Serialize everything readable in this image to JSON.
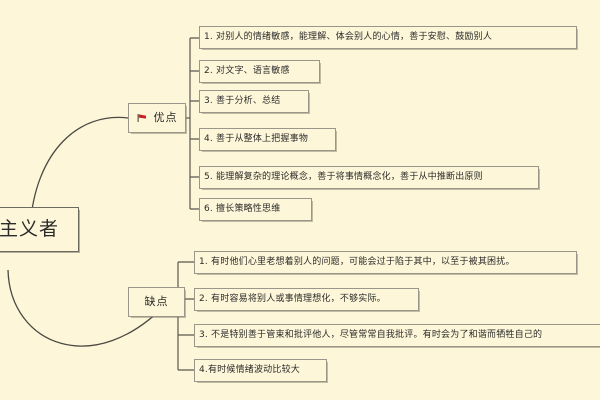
{
  "canvas": {
    "background_color": "#fdf6d8",
    "node_border_color": "#9a968a",
    "connector_color": "#4a4a44",
    "text_color": "#2b2b2b",
    "flag_color": "#cc2222"
  },
  "root": {
    "label": "主义者",
    "note": "text clipped at left edge of screenshot"
  },
  "branches": [
    {
      "id": "advantages",
      "label": "优点",
      "icon": "red-flag-icon",
      "icon_color": "#cc2222",
      "items": [
        {
          "n": "1",
          "text": "1. 对别人的情绪敏感，能理解、体会别人的心情，善于安慰、鼓励别人"
        },
        {
          "n": "2",
          "text": "2. 对文字、语言敏感"
        },
        {
          "n": "3",
          "text": "3. 善于分析、总结"
        },
        {
          "n": "4",
          "text": "4. 善于从整体上把握事物"
        },
        {
          "n": "5",
          "text": "5. 能理解复杂的理论概念，善于将事情概念化，善于从中推断出原则"
        },
        {
          "n": "6",
          "text": "6. 擅长策略性思维"
        }
      ]
    },
    {
      "id": "disadvantages",
      "label": "缺点",
      "icon": null,
      "items": [
        {
          "n": "1",
          "text": "1. 有时他们心里老想着别人的问题，可能会过于陷于其中，以至于被其困扰。"
        },
        {
          "n": "2",
          "text": "2. 有时容易将别人或事情理想化，不够实际。"
        },
        {
          "n": "3",
          "text": "3. 不是特别善于管束和批评他人，尽管常常自我批评。有时会为了和谐而牺牲自己的"
        },
        {
          "n": "4",
          "text": "4.有时候情绪波动比较大"
        }
      ]
    }
  ]
}
